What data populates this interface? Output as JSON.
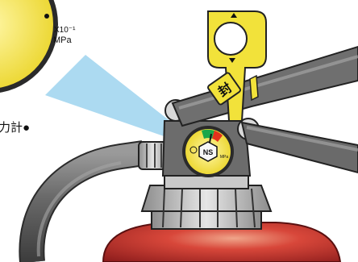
{
  "caption": {
    "text": "力計●"
  },
  "zoomed_gauge": {
    "unit_line1": "X10⁻¹",
    "unit_line2": "MPa"
  },
  "small_gauge": {
    "center_text": "NS",
    "unit_text": "MPa",
    "pressure_zone_color": "#19a64a",
    "danger_zone_color": "#e3311c"
  },
  "seal_tag": {
    "kanji": "封"
  },
  "colors": {
    "gauge_yellow": "#f2e23a",
    "hose_gray": "#5e5e5e",
    "body_red": "#b52c2c",
    "callout_blue": "#9fd1ee",
    "metal_light": "#d8d8d8"
  }
}
